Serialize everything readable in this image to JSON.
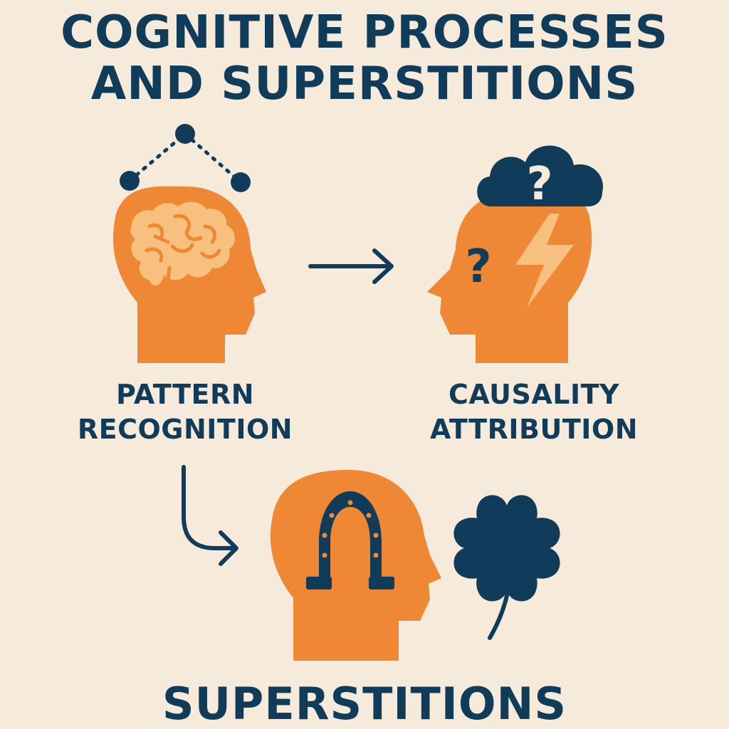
{
  "title": {
    "line1": "COGNITIVE PROCESSES",
    "line2": "AND SUPERSTITIONS"
  },
  "nodes": {
    "pattern_recognition": {
      "line1": "PATTERN",
      "line2": "RECOGNITION",
      "icon": "brain-icon"
    },
    "causality_attribution": {
      "line1": "CAUSALITY",
      "line2": "ATTRIBUTION",
      "icon": "lightning-icon"
    },
    "superstitions": {
      "label": "SUPERSTITIONS",
      "icon": "horseshoe-icon"
    }
  },
  "decor_icons": [
    "connected-dots-icon",
    "question-cloud-icon",
    "question-mark-icon",
    "clover-icon"
  ],
  "colors": {
    "background": "#f6ebdb",
    "navy": "#103c5a",
    "orange": "#ee8834",
    "light_orange": "#f7c07e"
  }
}
